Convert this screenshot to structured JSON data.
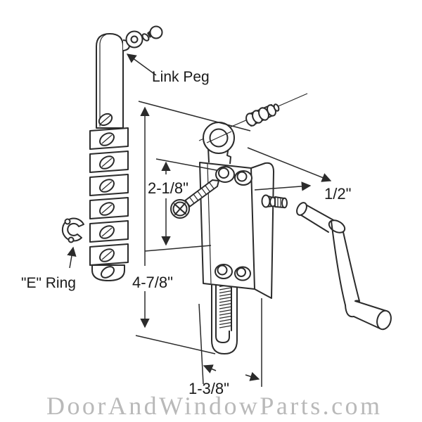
{
  "callouts": {
    "link_peg": "Link Peg",
    "e_ring": "\"E\" Ring"
  },
  "dimensions": {
    "upper_span": "2-1/8\"",
    "overall_span": "4-7/8\"",
    "offset_depth": "1/2\"",
    "base_width": "1-3/8\""
  },
  "watermark": {
    "text": "DoorAndWindowParts.com"
  },
  "colors": {
    "ink": "#2b2b2b",
    "label_text": "#1a1a1a",
    "watermark": "#b9b9b9",
    "background": "#ffffff"
  }
}
